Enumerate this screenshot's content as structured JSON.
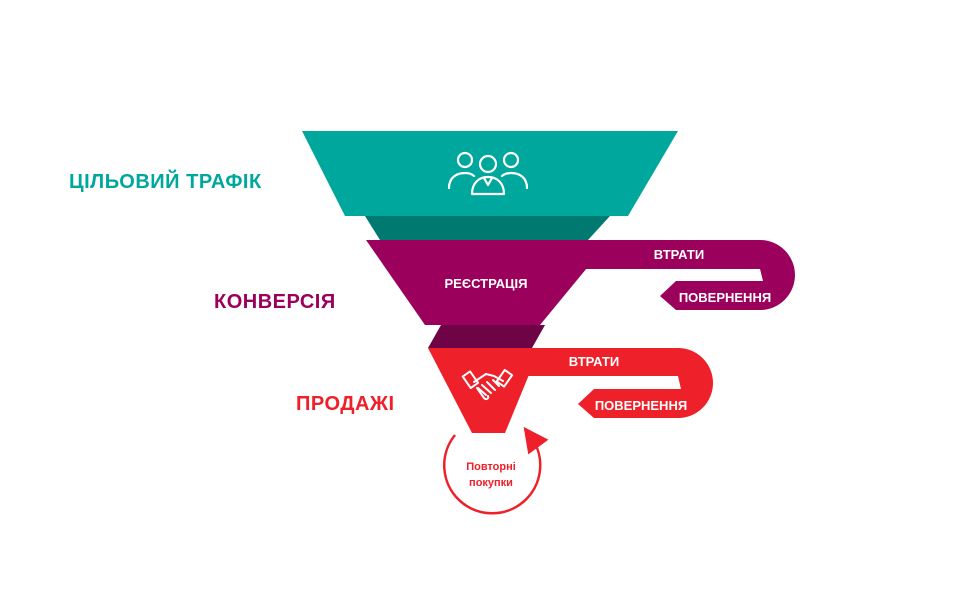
{
  "colors": {
    "teal": "#00A79D",
    "teal_dark": "#007A70",
    "purple": "#9B005C",
    "purple_dark": "#6E0446",
    "red": "#EE2029",
    "white": "#FFFFFF"
  },
  "stages": [
    {
      "label": "ЦІЛЬОВИЙ ТРАФІК",
      "icon": "people-group-icon"
    },
    {
      "label": "КОНВЕРСІЯ",
      "inner_label": "РЕЄСТРАЦІЯ"
    },
    {
      "label": "ПРОДАЖІ",
      "icon": "handshake-icon"
    }
  ],
  "loops": {
    "conversion": {
      "losses": "ВТРАТИ",
      "returns": "ПОВЕРНЕННЯ"
    },
    "sales": {
      "losses": "ВТРАТИ",
      "returns": "ПОВЕРНЕННЯ"
    }
  },
  "repeat_purchases": {
    "line1": "Повторні",
    "line2": "покупки"
  }
}
